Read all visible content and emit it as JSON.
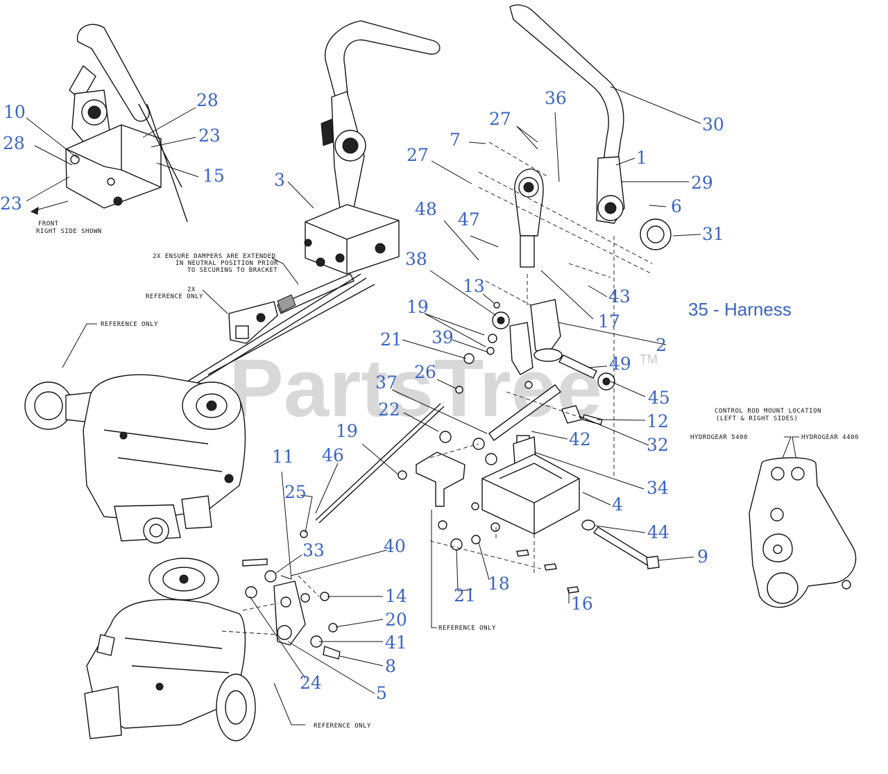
{
  "watermark": {
    "text": "PartsTree",
    "tm": "TM"
  },
  "harness_note": "35 - Harness",
  "notes": {
    "front": "FRONT",
    "right_side": "RIGHT SIDE SHOWN",
    "dampers_1": "2X ENSURE DAMPERS ARE EXTENDED",
    "dampers_2": "IN NEUTRAL POSITION PRIOR",
    "dampers_3": "TO SECURING TO BRACKET",
    "ref_2x_1": "2X",
    "ref_2x_2": "REFERENCE ONLY",
    "ref_left": "REFERENCE ONLY",
    "ref_bracket": "REFERENCE ONLY",
    "ref_bottom": "REFERENCE ONLY",
    "mount_title_1": "CONTROL ROD MOUNT LOCATION",
    "mount_title_2": "(LEFT & RIGHT SIDES)",
    "hydro_5400": "HYDROGEAR 5400",
    "hydro_4400": "HYDROGEAR 4400"
  },
  "callouts": [
    {
      "id": "c10",
      "label": "10"
    },
    {
      "id": "c28a",
      "label": "28"
    },
    {
      "id": "c28b",
      "label": "28"
    },
    {
      "id": "c23a",
      "label": "23"
    },
    {
      "id": "c23b",
      "label": "23"
    },
    {
      "id": "c15",
      "label": "15"
    },
    {
      "id": "c3",
      "label": "3"
    },
    {
      "id": "c36",
      "label": "36"
    },
    {
      "id": "c27a",
      "label": "27"
    },
    {
      "id": "c7",
      "label": "7"
    },
    {
      "id": "c27b",
      "label": "27"
    },
    {
      "id": "c30",
      "label": "30"
    },
    {
      "id": "c1",
      "label": "1"
    },
    {
      "id": "c29",
      "label": "29"
    },
    {
      "id": "c6",
      "label": "6"
    },
    {
      "id": "c31",
      "label": "31"
    },
    {
      "id": "c48",
      "label": "48"
    },
    {
      "id": "c47",
      "label": "47"
    },
    {
      "id": "c43",
      "label": "43"
    },
    {
      "id": "c17",
      "label": "17"
    },
    {
      "id": "c38",
      "label": "38"
    },
    {
      "id": "c13",
      "label": "13"
    },
    {
      "id": "c19a",
      "label": "19"
    },
    {
      "id": "c2",
      "label": "2"
    },
    {
      "id": "c21a",
      "label": "21"
    },
    {
      "id": "c39",
      "label": "39"
    },
    {
      "id": "c49",
      "label": "49"
    },
    {
      "id": "c26",
      "label": "26"
    },
    {
      "id": "c45",
      "label": "45"
    },
    {
      "id": "c37",
      "label": "37"
    },
    {
      "id": "c22",
      "label": "22"
    },
    {
      "id": "c12",
      "label": "12"
    },
    {
      "id": "c19b",
      "label": "19"
    },
    {
      "id": "c42",
      "label": "42"
    },
    {
      "id": "c32",
      "label": "32"
    },
    {
      "id": "c11",
      "label": "11"
    },
    {
      "id": "c46",
      "label": "46"
    },
    {
      "id": "c34",
      "label": "34"
    },
    {
      "id": "c25",
      "label": "25"
    },
    {
      "id": "c4",
      "label": "4"
    },
    {
      "id": "c44",
      "label": "44"
    },
    {
      "id": "c33",
      "label": "33"
    },
    {
      "id": "c40",
      "label": "40"
    },
    {
      "id": "c9",
      "label": "9"
    },
    {
      "id": "c14",
      "label": "14"
    },
    {
      "id": "c21b",
      "label": "21"
    },
    {
      "id": "c18",
      "label": "18"
    },
    {
      "id": "c16",
      "label": "16"
    },
    {
      "id": "c20",
      "label": "20"
    },
    {
      "id": "c41",
      "label": "41"
    },
    {
      "id": "c8",
      "label": "8"
    },
    {
      "id": "c24",
      "label": "24"
    },
    {
      "id": "c5",
      "label": "5"
    }
  ]
}
